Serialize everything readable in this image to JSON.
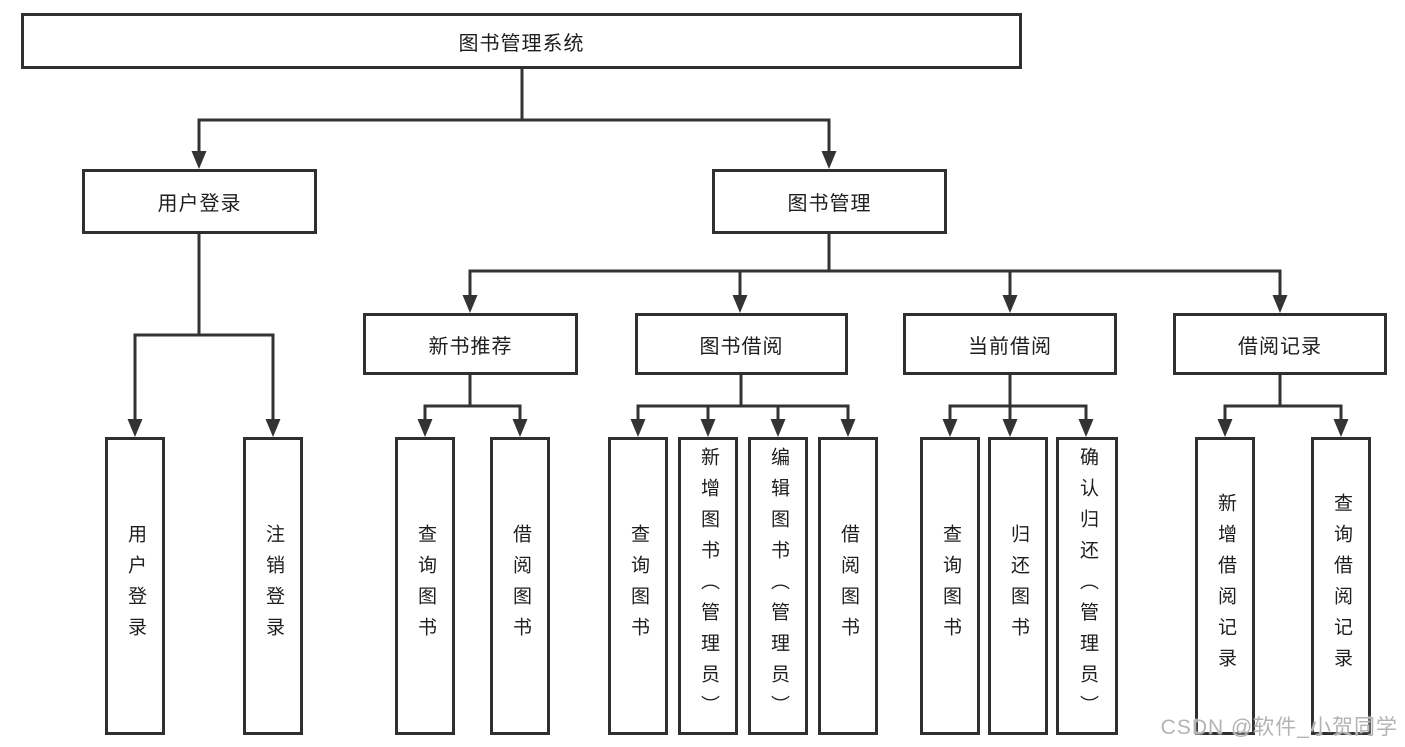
{
  "diagram": {
    "root": {
      "label": "图书管理系统"
    },
    "branches": [
      {
        "label": "用户登录",
        "children": [
          {
            "label": "用户登录"
          },
          {
            "label": "注销登录"
          }
        ]
      },
      {
        "label": "图书管理",
        "children": [
          {
            "label": "新书推荐",
            "children": [
              {
                "label": "查询图书"
              },
              {
                "label": "借阅图书"
              }
            ]
          },
          {
            "label": "图书借阅",
            "children": [
              {
                "label": "查询图书"
              },
              {
                "label": "新增图书（管理员）"
              },
              {
                "label": "编辑图书（管理员）"
              },
              {
                "label": "借阅图书"
              }
            ]
          },
          {
            "label": "当前借阅",
            "children": [
              {
                "label": "查询图书"
              },
              {
                "label": "归还图书"
              },
              {
                "label": "确认归还（管理员）"
              }
            ]
          },
          {
            "label": "借阅记录",
            "children": [
              {
                "label": "新增借阅记录"
              },
              {
                "label": "查询借阅记录"
              }
            ]
          }
        ]
      }
    ]
  },
  "watermark": "CSDN @软件_小贺同学",
  "colors": {
    "line": "#333333",
    "box_border": "#2f2f2f",
    "text": "#1e1e1e",
    "background": "#ffffff",
    "watermark": "#b3b3b3"
  }
}
